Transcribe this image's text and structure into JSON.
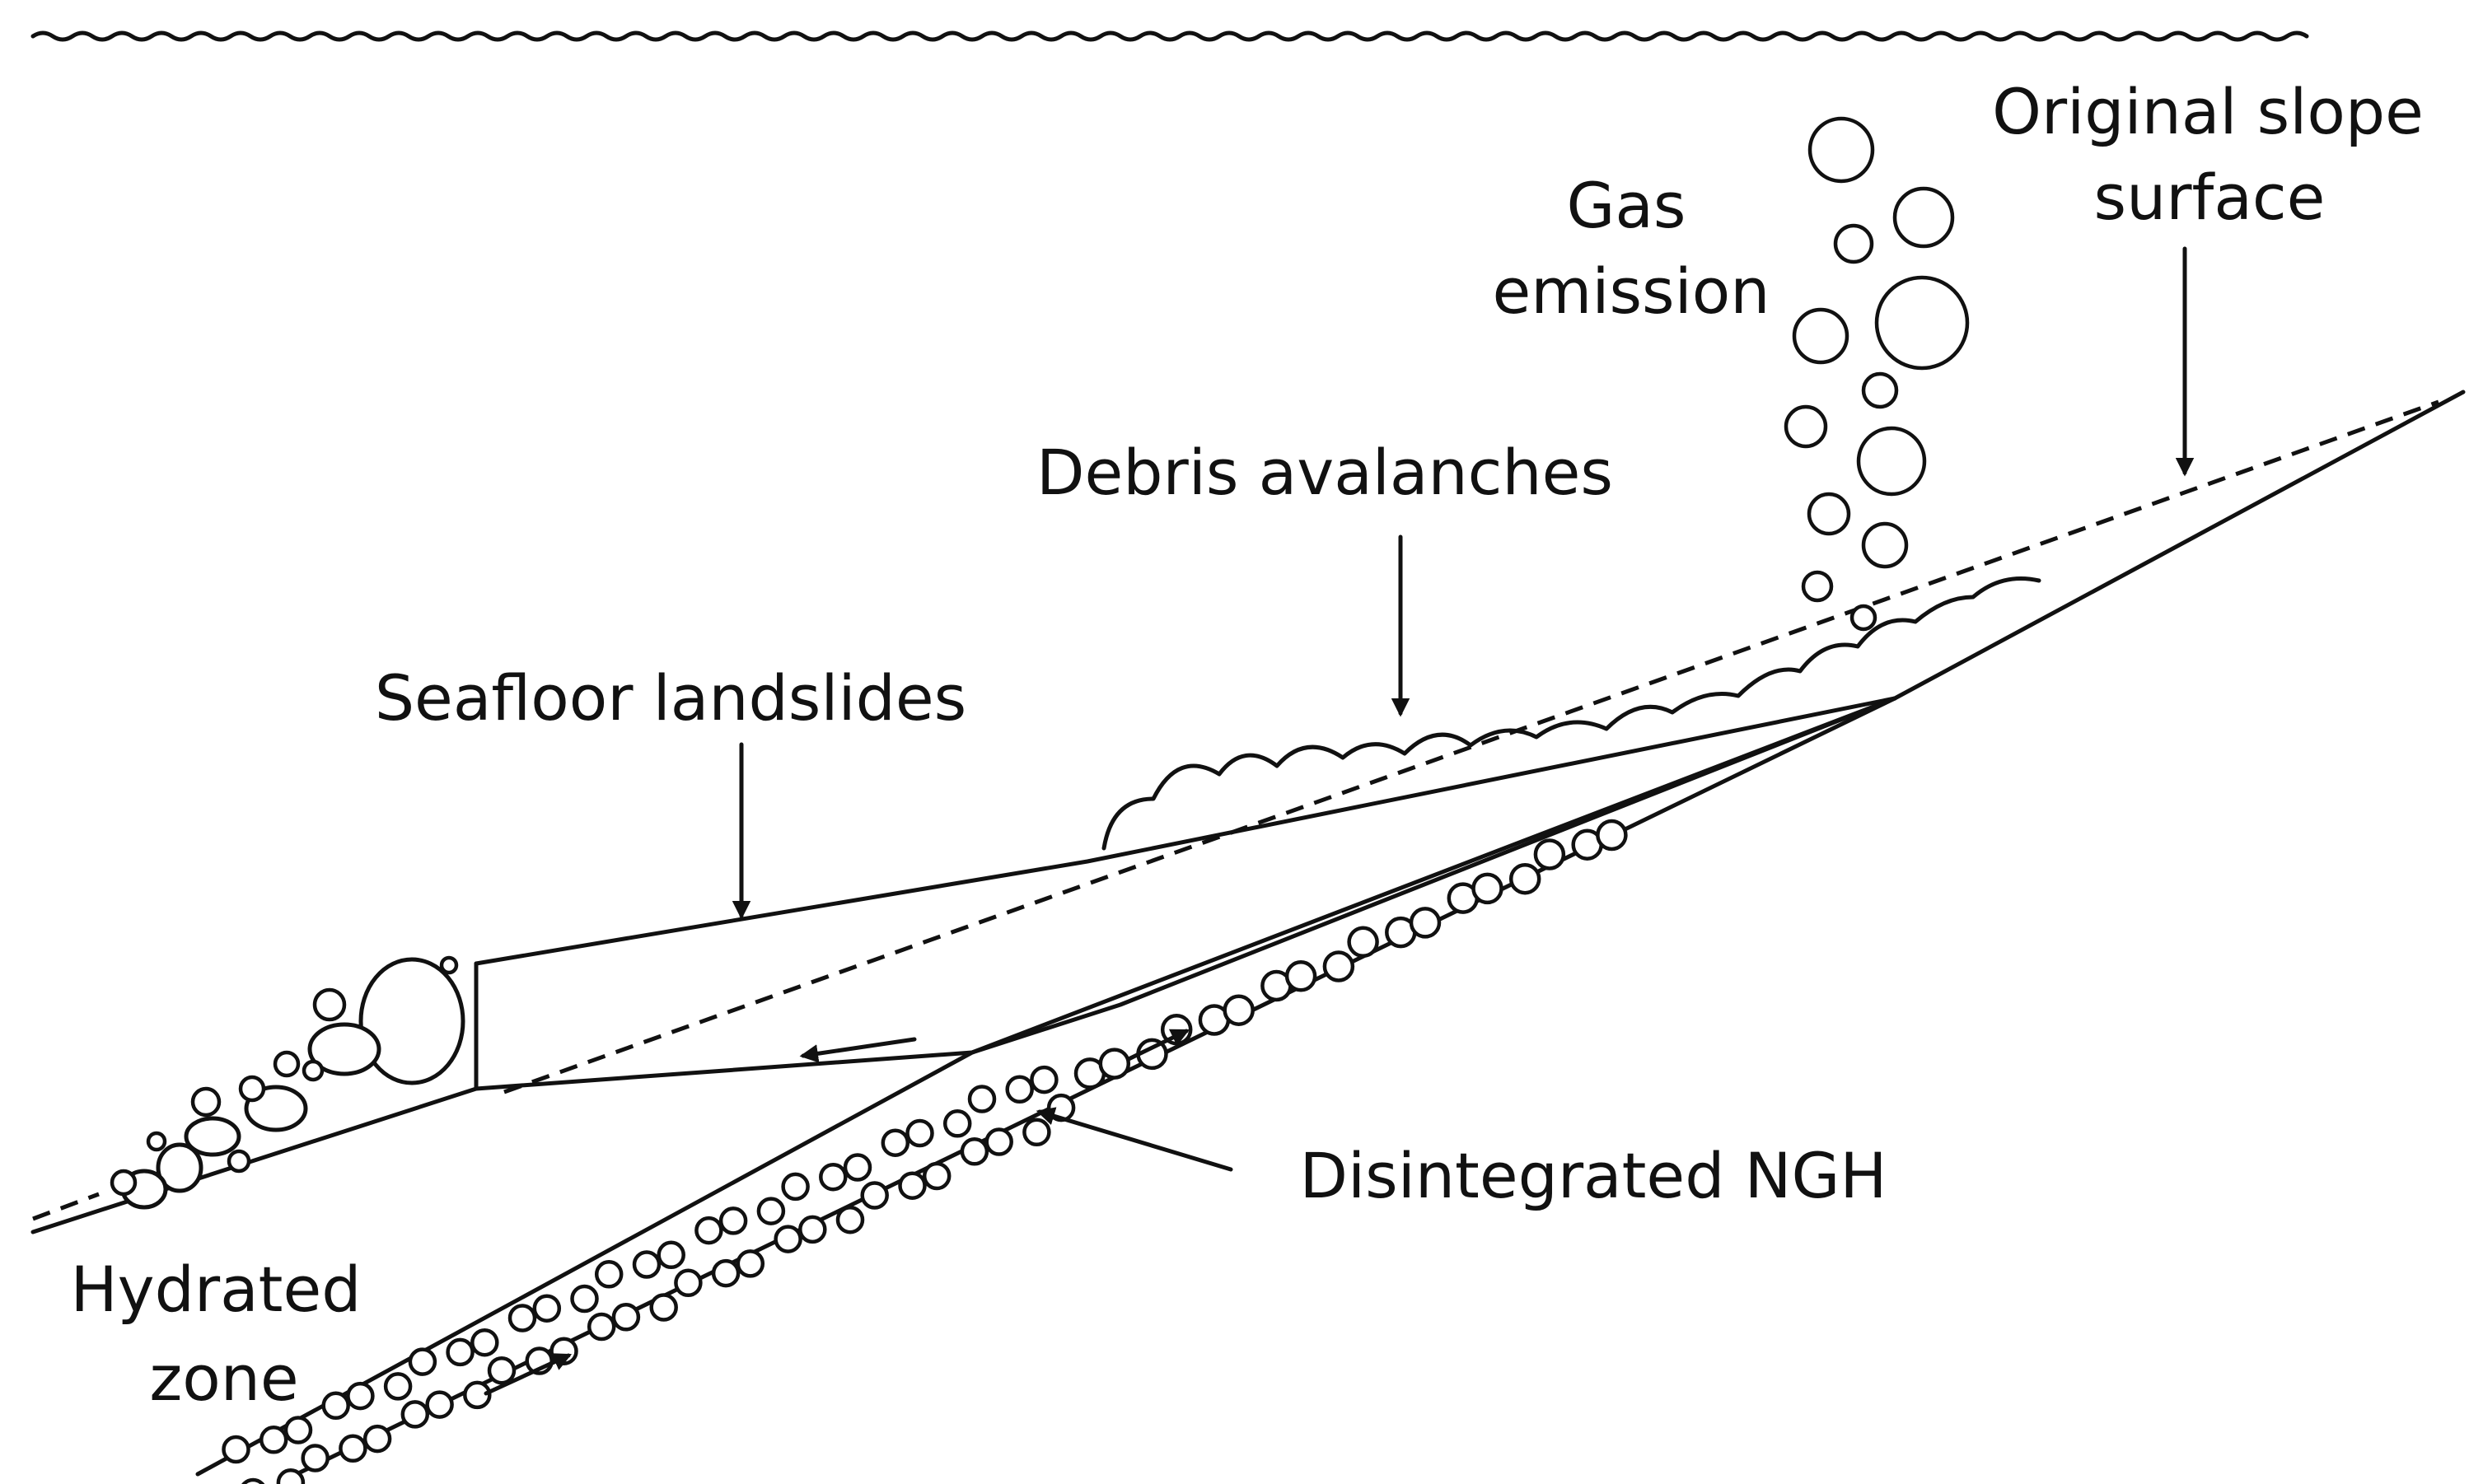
{
  "labels": {
    "original_slope_surface": [
      "Original slope",
      "surface"
    ],
    "gas_emission": [
      "Gas",
      "emission"
    ],
    "debris_avalanches": "Debris avalanches",
    "seafloor_landslides": "Seafloor landslides",
    "disintegrated_ngh": "Disintegrated NGH",
    "hydrated_zone": [
      "Hydrated",
      "zone"
    ]
  }
}
